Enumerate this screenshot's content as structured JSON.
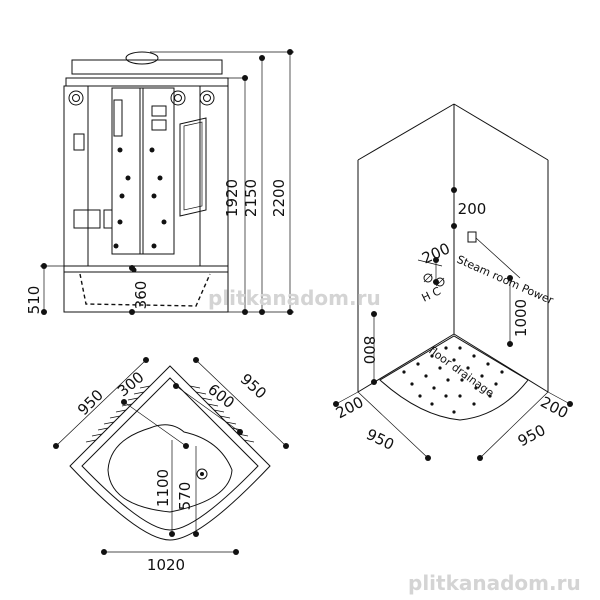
{
  "front_view": {
    "dims": {
      "total_height": "2200",
      "cabin_height": "2150",
      "panel_height": "1920",
      "tray_height": "510",
      "tray_depth": "360"
    }
  },
  "plan_view": {
    "dims": {
      "side_left": "950",
      "side_right": "950",
      "offset_left": "300",
      "offset_right": "600",
      "depth": "1100",
      "drain_offset": "570",
      "width": "1020"
    }
  },
  "iso_view": {
    "dims": {
      "socket_height": "200",
      "valve_height": "200",
      "wall_height": "1000",
      "drain_height": "800",
      "edge_left": "200",
      "edge_right": "200",
      "base_left": "950",
      "base_right": "950"
    },
    "labels": {
      "steam_room_power": "Steam room Power",
      "hot_cold": "H C",
      "floor_drainage": "floor drainage"
    }
  },
  "watermarks": {
    "center": "plitkanadom.ru",
    "bottom": "plitkanadom.ru"
  }
}
